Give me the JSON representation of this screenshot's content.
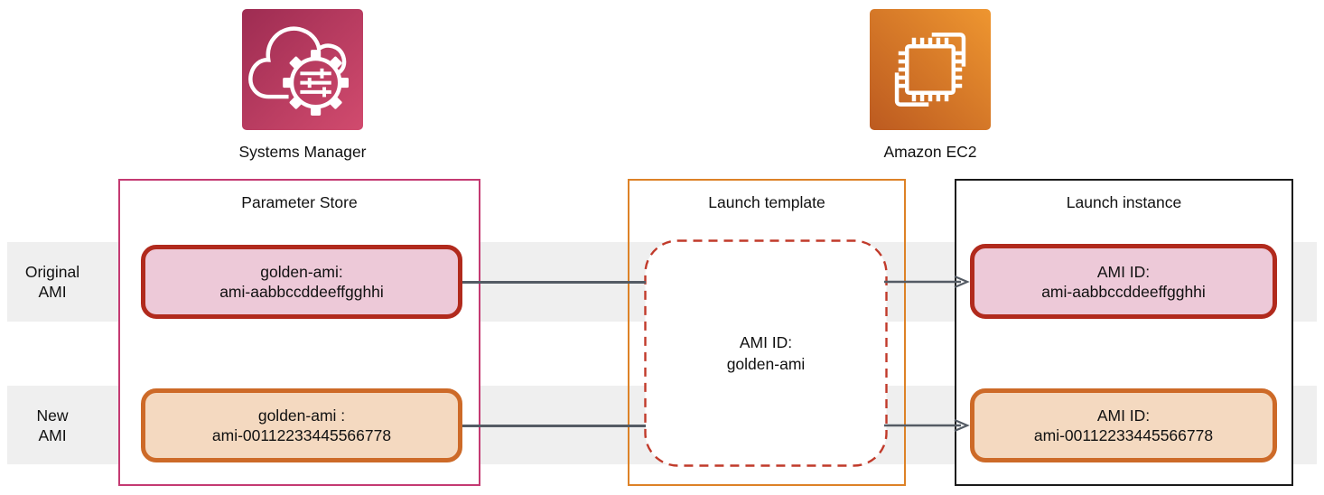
{
  "services": [
    {
      "name": "Systems Manager",
      "icon": "systems-manager-icon"
    },
    {
      "name": "Amazon EC2",
      "icon": "ec2-icon"
    }
  ],
  "rows": [
    {
      "line1": "Original",
      "line2": "AMI"
    },
    {
      "line1": "New",
      "line2": "AMI"
    }
  ],
  "parameter_store": {
    "title": "Parameter Store",
    "items": [
      {
        "line1": "golden-ami:",
        "line2": "ami-aabbccddeeffgghhi",
        "variant": "original"
      },
      {
        "line1": "golden-ami :",
        "line2": "ami-00112233445566778",
        "variant": "new"
      }
    ]
  },
  "launch_template": {
    "title": "Launch template",
    "content_line1": "AMI ID:",
    "content_line2": "golden-ami"
  },
  "launch_instance": {
    "title": "Launch instance",
    "items": [
      {
        "line1": "AMI ID:",
        "line2": "ami-aabbccddeeffgghhi",
        "variant": "original"
      },
      {
        "line1": "AMI ID:",
        "line2": "ami-00112233445566778",
        "variant": "new"
      }
    ]
  },
  "colors": {
    "row_band": "#efefef",
    "original_border": "#b12a1d",
    "original_fill": "#edc9d8",
    "new_border": "#cd6a28",
    "new_fill": "#f4d9c0",
    "parameter_store_border": "#c43a72",
    "launch_template_border": "#dd8227",
    "launch_instance_border": "#1a1a1a",
    "dashed_border": "#c13a2a",
    "arrow": "#545b64",
    "systems_manager_gradient": [
      "#9e2c52",
      "#d14b6e"
    ],
    "ec2_gradient": [
      "#bc5a20",
      "#ee9630"
    ]
  }
}
